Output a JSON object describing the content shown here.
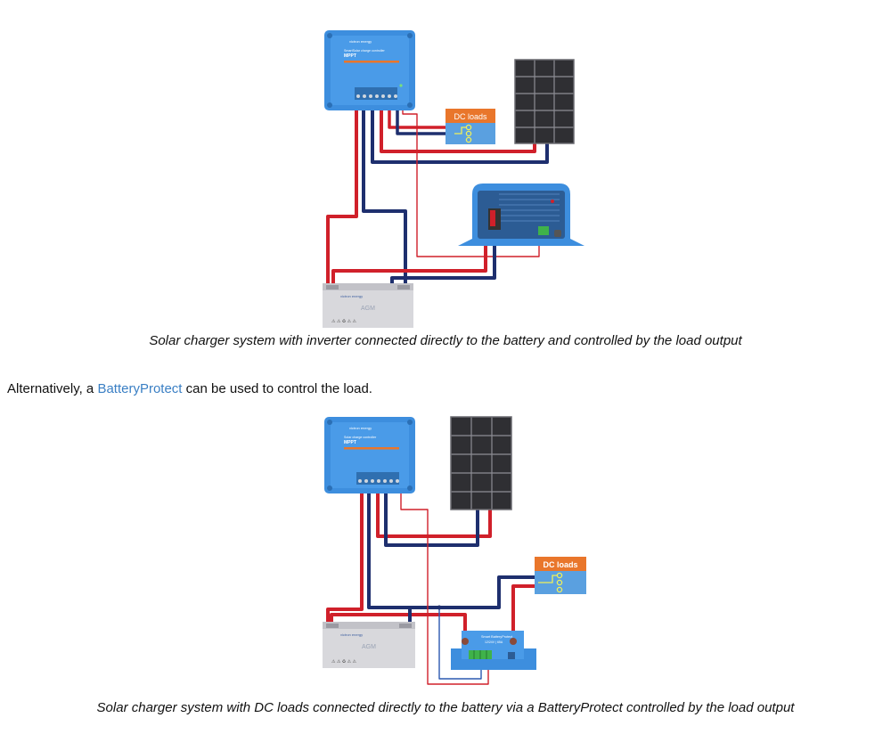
{
  "diagram1": {
    "controller": {
      "brand": "victron energy",
      "line1": "SmartSolar charge controller",
      "line2": "MPPT"
    },
    "dc_loads_label": "DC loads",
    "battery": {
      "brand": "victron energy",
      "type": "AGM"
    }
  },
  "caption1": "Solar charger system with inverter connected directly to the battery and controlled by the load output",
  "text": {
    "before": "Alternatively, a ",
    "link": "BatteryProtect",
    "after": " can be used to control the load."
  },
  "diagram2": {
    "controller": {
      "brand": "victron energy",
      "line1": "Solar charge controller",
      "line2": "MPPT"
    },
    "dc_loads_label": "DC loads",
    "battery": {
      "brand": "victron energy",
      "type": "AGM"
    },
    "battery_protect": {
      "line1": "Smart BatteryProtect",
      "line2": "12/24V | 65A"
    }
  },
  "caption2": "Solar charger system with DC loads connected directly to the battery via a BatteryProtect controlled by the load output",
  "colors": {
    "wire_positive": "#d0202a",
    "wire_negative": "#1e2f6e",
    "device_blue": "#3d8ede",
    "panel_dark": "#2f2f33",
    "battery_grey": "#d8d8dc",
    "label_orange": "#e9762b"
  }
}
